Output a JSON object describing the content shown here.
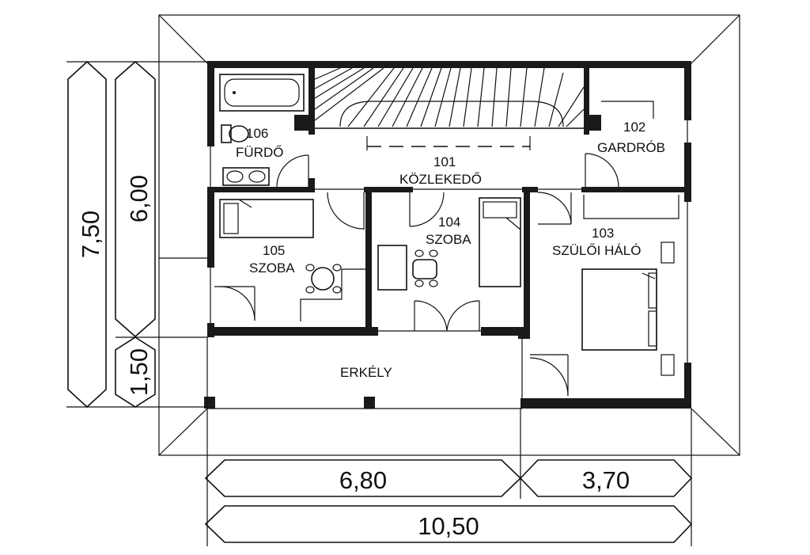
{
  "rooms": {
    "r101": {
      "number": "101",
      "name": "KÖZLEKEDŐ"
    },
    "r102": {
      "number": "102",
      "name": "GARDRÓB"
    },
    "r103": {
      "number": "103",
      "name": "SZÜLŐI HÁLÓ"
    },
    "r104": {
      "number": "104",
      "name": "SZOBA"
    },
    "r105": {
      "number": "105",
      "name": "SZOBA"
    },
    "r106": {
      "number": "106",
      "name": "FÜRDŐ"
    },
    "balcony": {
      "name": "ERKÉLY"
    }
  },
  "dimensions": {
    "total_height": "7,50",
    "rooms_height": "6,00",
    "balcony_depth": "1,50",
    "left_width": "6,80",
    "right_width": "3,70",
    "total_width": "10,50"
  }
}
